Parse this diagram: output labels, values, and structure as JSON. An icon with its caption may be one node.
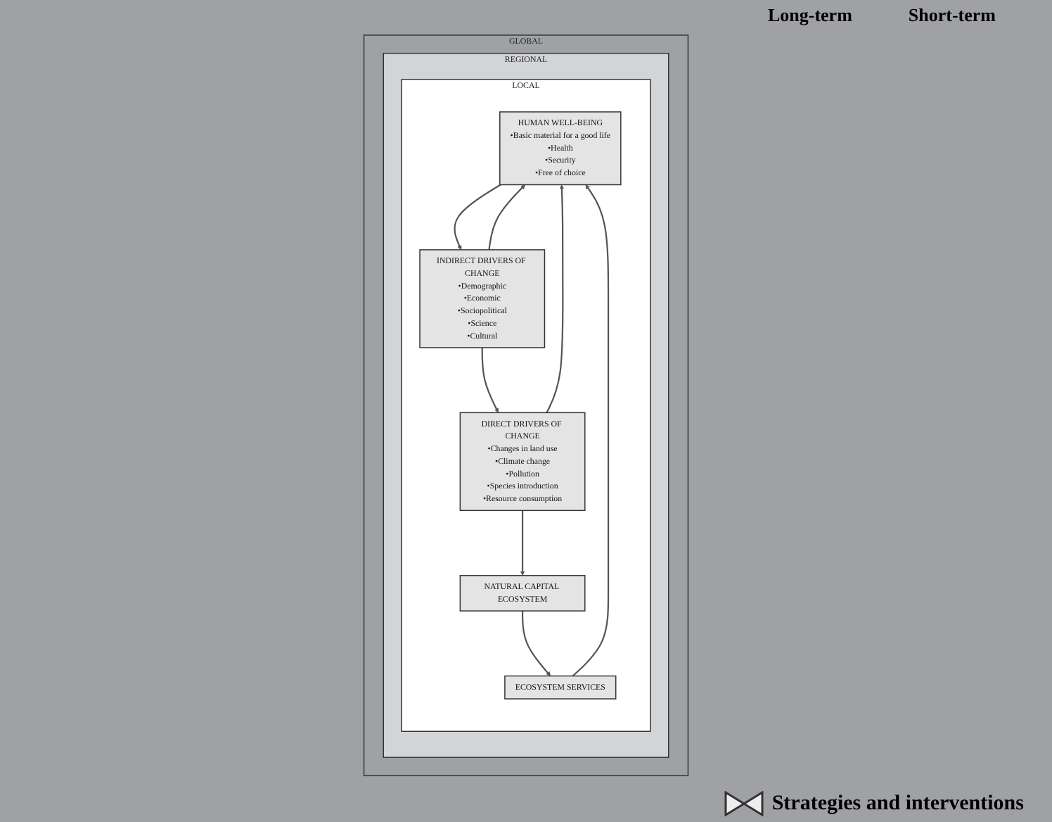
{
  "diagram": {
    "nodes": [
      {
        "text": [
          "GLOBAL"
        ]
      },
      {
        "text": [
          "REGIONAL"
        ],
        "in": 0
      },
      {
        "text": [
          "LOCAL"
        ],
        "in": 1
      },
      {
        "text": [
          "HUMAN WELL-BEING",
          "•Basic material for a good life",
          "•Health",
          "•Security",
          "•Free of choice"
        ],
        "in": 2
      },
      {
        "text": [
          "INDIRECT DRIVERS OF CHANGE",
          "•Demographic",
          "•Economic",
          "•Sociopolitical",
          "•Science",
          "•Cultural"
        ],
        "in": 2
      },
      {
        "text": [
          "ECOSYSTEM SERVICES"
        ],
        "in": 2
      },
      {
        "text": [
          "DIRECT DRIVERS OF CHANGE",
          "•Changes in land use",
          "•Climate change",
          "•Pollution",
          "•Species introduction",
          "•Resource consumption"
        ],
        "in": 2
      },
      {
        "text": [
          "NATURAL CAPITAL ECOSYSTEM"
        ],
        "in": 2
      }
    ],
    "edges": [
      {
        "from": 3,
        "to": 4,
        "arrow": "to"
      },
      {
        "from": 4,
        "to": 3,
        "arrow": "to"
      },
      {
        "from": 4,
        "to": 6,
        "arrow": "to"
      },
      {
        "from": 6,
        "to": 3,
        "arrow": "to"
      },
      {
        "from": 6,
        "to": 7,
        "arrow": "to"
      },
      {
        "from": 7,
        "to": 5,
        "arrow": "to"
      },
      {
        "from": 5,
        "to": 3,
        "arrow": "to"
      }
    ],
    "labels": [
      "Long-term",
      "Short-term"
    ],
    "legend": [
      {
        "text": "Strategies and interventions"
      }
    ]
  }
}
